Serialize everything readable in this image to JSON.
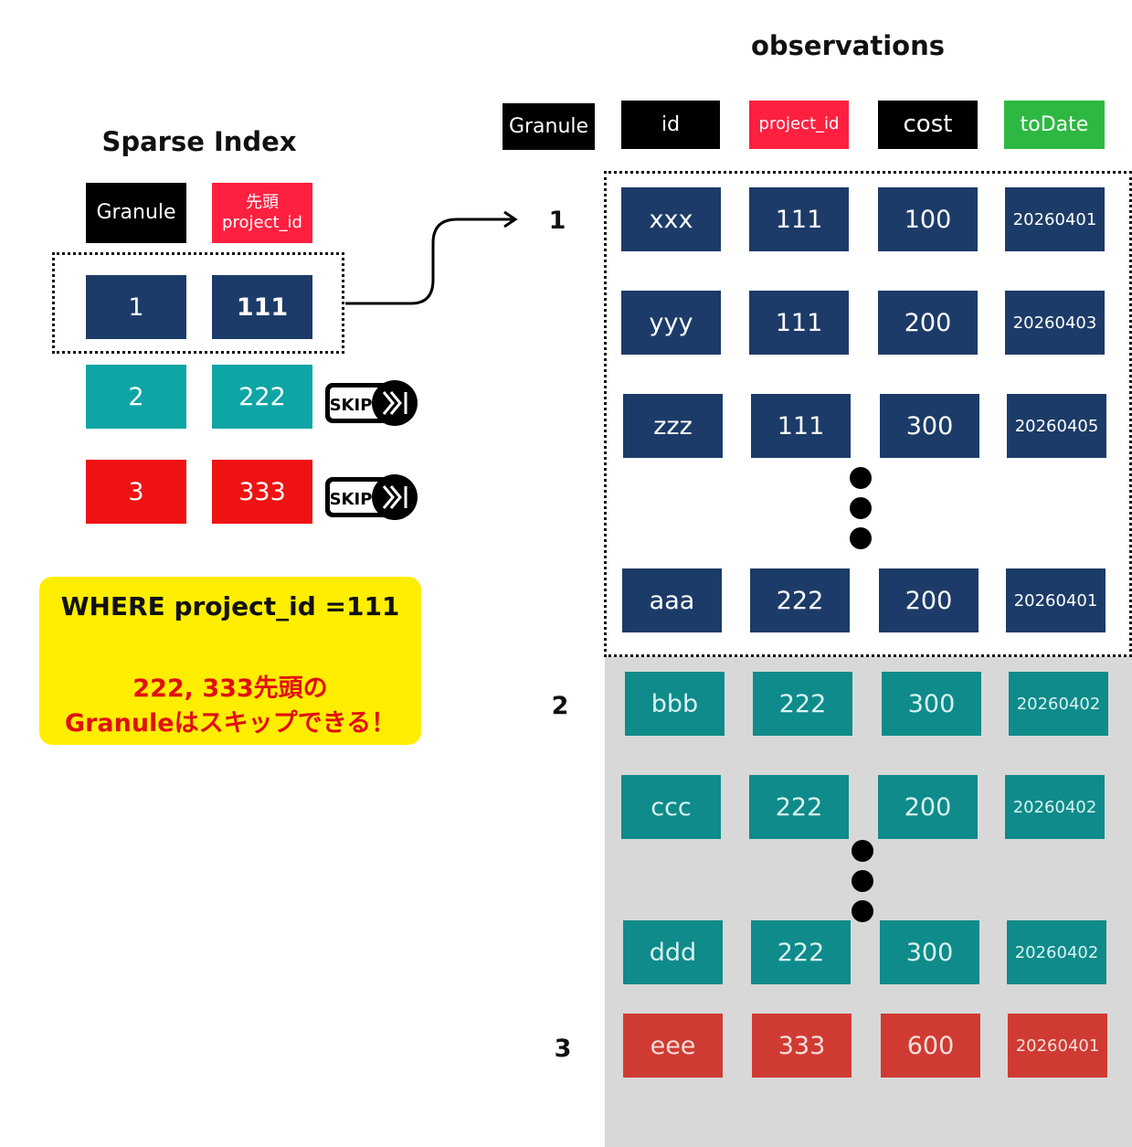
{
  "sparse_index": {
    "title": "Sparse Index",
    "headers": {
      "granule": "Granule",
      "prefix_line1": "先頭",
      "prefix_line2": "project_id"
    },
    "rows": [
      {
        "granule": "1",
        "project_id": "111"
      },
      {
        "granule": "2",
        "project_id": "222",
        "skip_label": "SKIP"
      },
      {
        "granule": "3",
        "project_id": "333",
        "skip_label": "SKIP"
      }
    ]
  },
  "note": {
    "query": "WHERE project_id =111",
    "result_line1": "222, 333先頭の",
    "result_line2": "Granuleはスキップできる！"
  },
  "observations": {
    "title": "observations",
    "headers": {
      "granule": "Granule",
      "id": "id",
      "project_id": "project_id",
      "cost": "cost",
      "to_date": "toDate"
    },
    "granule_labels": [
      "1",
      "2",
      "3"
    ],
    "rows": [
      {
        "id": "xxx",
        "project_id": "111",
        "cost": "100",
        "to_date": "20260401"
      },
      {
        "id": "yyy",
        "project_id": "111",
        "cost": "200",
        "to_date": "20260403"
      },
      {
        "id": "zzz",
        "project_id": "111",
        "cost": "300",
        "to_date": "20260405"
      },
      {
        "id": "aaa",
        "project_id": "222",
        "cost": "200",
        "to_date": "20260401"
      },
      {
        "id": "bbb",
        "project_id": "222",
        "cost": "300",
        "to_date": "20260402"
      },
      {
        "id": "ccc",
        "project_id": "222",
        "cost": "200",
        "to_date": "20260402"
      },
      {
        "id": "ddd",
        "project_id": "222",
        "cost": "300",
        "to_date": "20260402"
      },
      {
        "id": "eee",
        "project_id": "333",
        "cost": "600",
        "to_date": "20260401"
      }
    ]
  },
  "colors": {
    "header_black": "#000000",
    "header_red": "#ff2040",
    "header_green": "#2db842",
    "granule1": "#1c3b68",
    "granule2": "#0e8b8a",
    "granule3": "#cf3b32",
    "skipped_area": "#d8d8d8",
    "note_bg": "#ffee00"
  }
}
